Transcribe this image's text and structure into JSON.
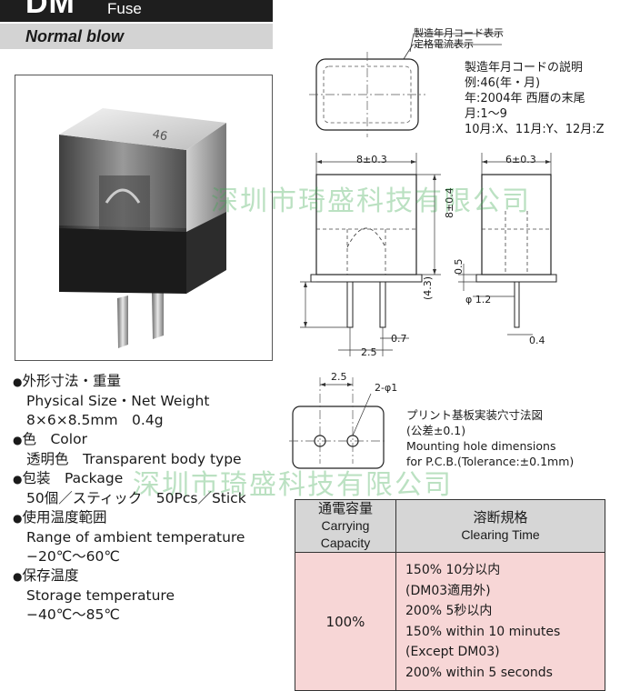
{
  "header": {
    "model": "DM",
    "type": "Fuse",
    "subtitle": "Normal blow"
  },
  "top_callouts": {
    "line1": "製造年月コード表示",
    "line2": "定格電流表示"
  },
  "date_code_note": [
    "製造年月コードの説明",
    "例:46(年・月)",
    "年:2004年 西暦の末尾",
    "月:1～9",
    "10月:X、11月:Y、12月:Z"
  ],
  "dimensions": {
    "width": "8±0.3",
    "depth": "6±0.3",
    "height": "8±0.4",
    "stand": "0.5",
    "lead_dia": "φ 1.2",
    "lead_len": "(4.3)",
    "pitch": "2.5",
    "lead_w1": "0.7",
    "lead_w2": "0.4",
    "hole_pitch": "2.5",
    "hole_dia": "2-φ1"
  },
  "pcb_note": [
    "プリント基板実装穴寸法図",
    "(公差±0.1)",
    "Mounting hole dimensions",
    "for P.C.B.(Tolerance:±0.1mm)"
  ],
  "specs": [
    {
      "jp": "外形寸法・重量",
      "en": "Physical Size・Net Weight",
      "value": "8×6×8.5mm　0.4g"
    },
    {
      "jp": "色　Color",
      "en": "",
      "value": "透明色　Transparent body type"
    },
    {
      "jp": "包装　Package",
      "en": "",
      "value": "50個／スティック　50Pcs／Stick"
    },
    {
      "jp": "使用温度範囲",
      "en": "Range of ambient temperature",
      "value": "−20℃～60℃"
    },
    {
      "jp": "保存温度",
      "en": "Storage temperature",
      "value": "−40℃～85℃"
    }
  ],
  "watermark": "深圳市琦盛科技有限公司",
  "table": {
    "col1_jp": "通電容量",
    "col1_en": "Carrying Capacity",
    "col2_jp": "溶断規格",
    "col2_en": "Clearing Time",
    "capacity": "100%",
    "clearing": [
      "150% 10分以内",
      "(DM03適用外)",
      "200% 5秒以内",
      "150% within 10 minutes",
      "(Except DM03)",
      "200% within 5 seconds"
    ]
  }
}
